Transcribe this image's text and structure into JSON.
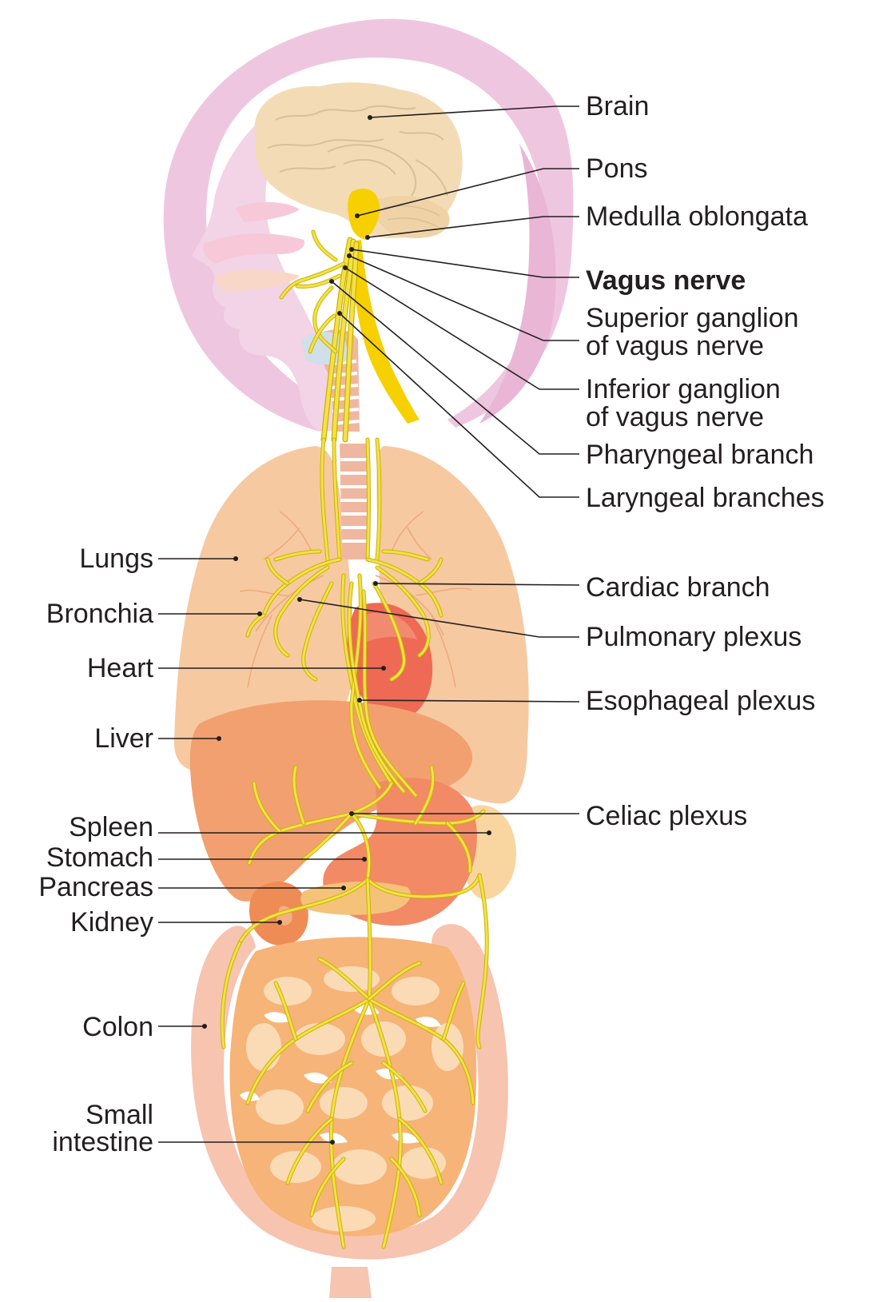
{
  "labels_right": [
    {
      "id": "brain",
      "lines": [
        "Brain"
      ],
      "bold": false
    },
    {
      "id": "pons",
      "lines": [
        "Pons"
      ],
      "bold": false
    },
    {
      "id": "medulla-oblongata",
      "lines": [
        "Medulla oblongata"
      ],
      "bold": false
    },
    {
      "id": "vagus-nerve",
      "lines": [
        "Vagus nerve"
      ],
      "bold": true
    },
    {
      "id": "superior-ganglion",
      "lines": [
        "Superior ganglion",
        "of vagus nerve"
      ],
      "bold": false
    },
    {
      "id": "inferior-ganglion",
      "lines": [
        "Inferior ganglion",
        "of vagus nerve"
      ],
      "bold": false
    },
    {
      "id": "pharyngeal-branch",
      "lines": [
        "Pharyngeal branch"
      ],
      "bold": false
    },
    {
      "id": "laryngeal-branches",
      "lines": [
        "Laryngeal branches"
      ],
      "bold": false
    },
    {
      "id": "cardiac-branch",
      "lines": [
        "Cardiac branch"
      ],
      "bold": false
    },
    {
      "id": "pulmonary-plexus",
      "lines": [
        "Pulmonary plexus"
      ],
      "bold": false
    },
    {
      "id": "esophageal-plexus",
      "lines": [
        "Esophageal plexus"
      ],
      "bold": false
    },
    {
      "id": "celiac-plexus",
      "lines": [
        "Celiac plexus"
      ],
      "bold": false
    }
  ],
  "labels_left": [
    {
      "id": "lungs",
      "lines": [
        "Lungs"
      ]
    },
    {
      "id": "bronchia",
      "lines": [
        "Bronchia"
      ]
    },
    {
      "id": "heart",
      "lines": [
        "Heart"
      ]
    },
    {
      "id": "liver",
      "lines": [
        "Liver"
      ]
    },
    {
      "id": "spleen",
      "lines": [
        "Spleen"
      ]
    },
    {
      "id": "stomach",
      "lines": [
        "Stomach"
      ]
    },
    {
      "id": "pancreas",
      "lines": [
        "Pancreas"
      ]
    },
    {
      "id": "kidney",
      "lines": [
        "Kidney"
      ]
    },
    {
      "id": "colon",
      "lines": [
        "Colon"
      ]
    },
    {
      "id": "small-intestine",
      "lines": [
        "Small",
        "intestine"
      ]
    }
  ],
  "colors": {
    "head_silhouette": "#efc6e0",
    "brain": "#f3dcb5",
    "brainstem": "#f7d000",
    "nerve": "#f4e04a",
    "nerve_outline": "#c8b400",
    "lungs": "#f7c9a0",
    "liver": "#f2a070",
    "heart": "#ee6a55",
    "intestine": "#f6b478",
    "colon": "#f7c4b0",
    "trachea": "#f0b7a0",
    "text": "#231f20"
  }
}
